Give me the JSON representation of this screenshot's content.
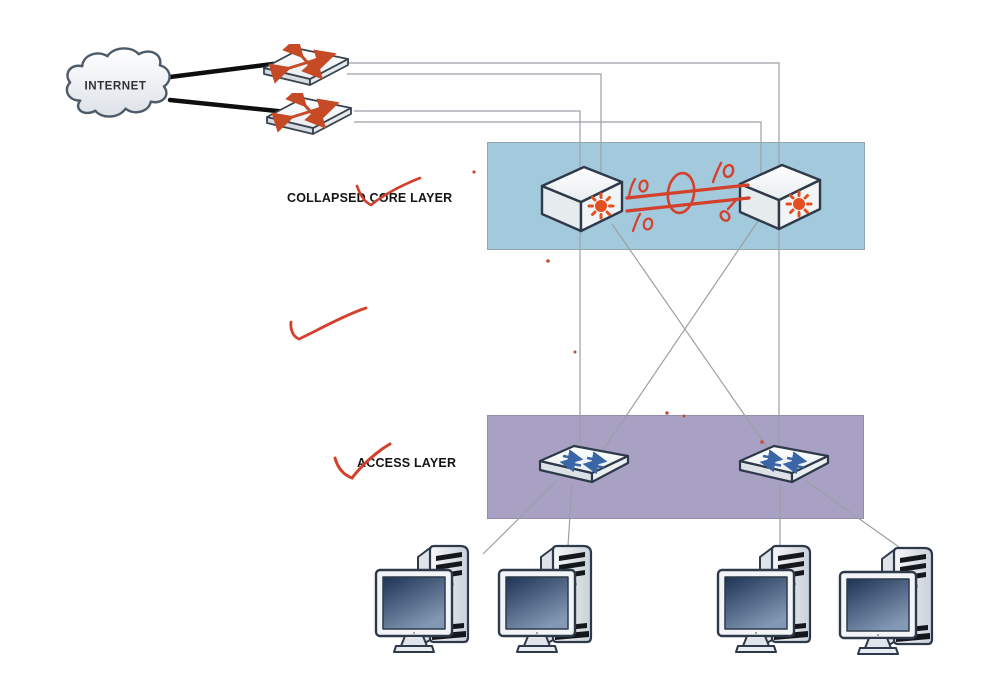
{
  "diagram": {
    "background": "#ffffff",
    "internet_label": "INTERNET",
    "layers": {
      "core": {
        "label": "COLLAPSED CORE LAYER",
        "band_color": "#a3c9dc"
      },
      "access": {
        "label": "ACCESS LAYER",
        "band_color": "#a8a1c4"
      }
    },
    "devices": {
      "cloud": "internet-cloud",
      "routers": [
        "edge-router-1",
        "edge-router-2"
      ],
      "core_switches": [
        "core-multilayer-switch-1",
        "core-multilayer-switch-2"
      ],
      "access_switches": [
        "access-switch-1",
        "access-switch-2"
      ],
      "workstations": [
        "workstation-1",
        "workstation-2",
        "workstation-3",
        "workstation-4"
      ]
    }
  },
  "annotations": {
    "ink_color": "#d3402c",
    "port_labels": [
      "10",
      "10",
      "10",
      "10"
    ],
    "checkmarks": [
      "core-layer-check",
      "access-layer-check",
      "floating-check"
    ],
    "etherchannel_mark": "ellipse-around-double-trunk-link"
  },
  "colors": {
    "wire_gray": "#9aa0a6",
    "wire_black": "#0e0e0e",
    "device_outline": "#2e3a49",
    "cisco_orange": "#e34f1e",
    "arrow_blue": "#3a66a8"
  }
}
